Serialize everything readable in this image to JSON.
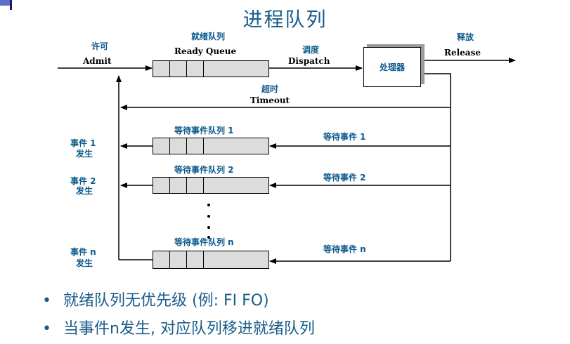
{
  "title": "进程队列",
  "labels": {
    "admit_cn": "许可",
    "admit_en": "Admit",
    "ready_queue_cn": "就绪队列",
    "ready_queue_en": "Ready Queue",
    "dispatch_cn": "调度",
    "dispatch_en": "Dispatch",
    "release_cn": "释放",
    "release_en": "Release",
    "processor": "处理器",
    "timeout_cn": "超时",
    "timeout_en": "Timeout"
  },
  "wait_queues": [
    {
      "queue_label": "等待事件队列 1",
      "event_label": "等待事件 1",
      "occur_label_1": "事件 1",
      "occur_label_2": "发生"
    },
    {
      "queue_label": "等待事件队列 2",
      "event_label": "等待事件 2",
      "occur_label_1": "事件 2",
      "occur_label_2": "发生"
    },
    {
      "queue_label": "等待事件队列 n",
      "event_label": "等待事件 n",
      "occur_label_1": "事件 n",
      "occur_label_2": "发生"
    }
  ],
  "bullets": [
    "就绪队列无优先级 (例:  FI FO)",
    "当事件n发生, 对应队列移进就绪队列"
  ]
}
